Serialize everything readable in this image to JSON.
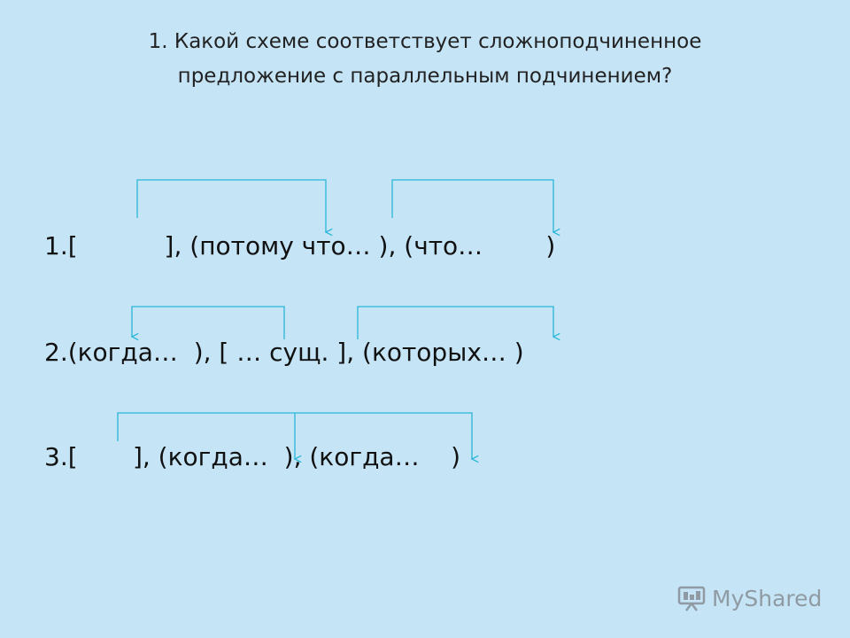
{
  "question": {
    "line1": "1. Какой схеме соответствует сложноподчиненное",
    "line2": "предложение с параллельным  подчинением?"
  },
  "schemes": [
    {
      "label": "1.[           ], (потому что… ), (что…        )"
    },
    {
      "label": "2.(когда…  ), [ … сущ. ], (которых… )"
    },
    {
      "label": "3.[       ], (когда…  ), (когда…    )"
    }
  ],
  "logo": {
    "text_my": "My",
    "text_shared": "Shared"
  },
  "colors": {
    "background": "#c5e5f7",
    "connector": "#29b6d8"
  }
}
